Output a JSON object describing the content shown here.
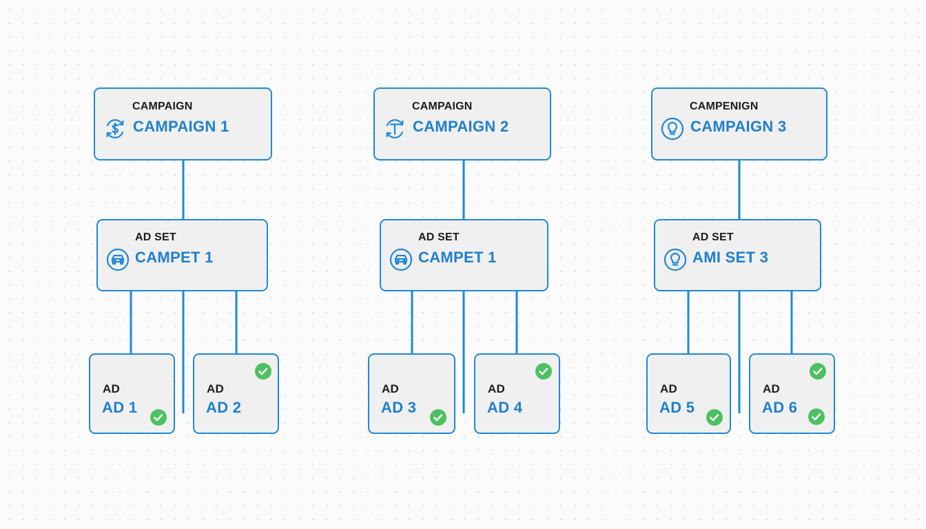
{
  "colors": {
    "accent": "#1e88d8",
    "name_text": "#1e7fd0",
    "node_fill": "#f0f0f0",
    "check_green": "#4cc160"
  },
  "trees": [
    {
      "campaign": {
        "type_label": "CAMPAIGN",
        "name": "CAMPAIGN 1",
        "icon": "dollar-cycle-icon"
      },
      "ad_set": {
        "type_label": "AD SET",
        "name": "CAMPET 1",
        "icon": "car-icon"
      },
      "ads": [
        {
          "type_label": "AD",
          "name": "AD 1",
          "checks": [
            "bottom-right"
          ]
        },
        {
          "type_label": "AD",
          "name": "AD 2",
          "checks": [
            "top-right"
          ]
        }
      ]
    },
    {
      "campaign": {
        "type_label": "CAMPAIGN",
        "name": "CAMPAIGN 2",
        "icon": "target-cycle-icon"
      },
      "ad_set": {
        "type_label": "AD SET",
        "name": "CAMPET 1",
        "icon": "car-icon"
      },
      "ads": [
        {
          "type_label": "AD",
          "name": "AD 3",
          "checks": [
            "bottom-right"
          ]
        },
        {
          "type_label": "AD",
          "name": "AD 4",
          "checks": [
            "top-right"
          ]
        }
      ]
    },
    {
      "campaign": {
        "type_label": "CAMPENIGN",
        "name": "CAMPAIGN 3",
        "icon": "lightbulb-icon"
      },
      "ad_set": {
        "type_label": "AD SET",
        "name": "AMI SET 3",
        "icon": "lightbulb-icon"
      },
      "ads": [
        {
          "type_label": "AD",
          "name": "AD 5",
          "checks": [
            "bottom-right"
          ]
        },
        {
          "type_label": "AD",
          "name": "AD 6",
          "checks": [
            "top-right",
            "bottom-right"
          ]
        }
      ]
    }
  ]
}
